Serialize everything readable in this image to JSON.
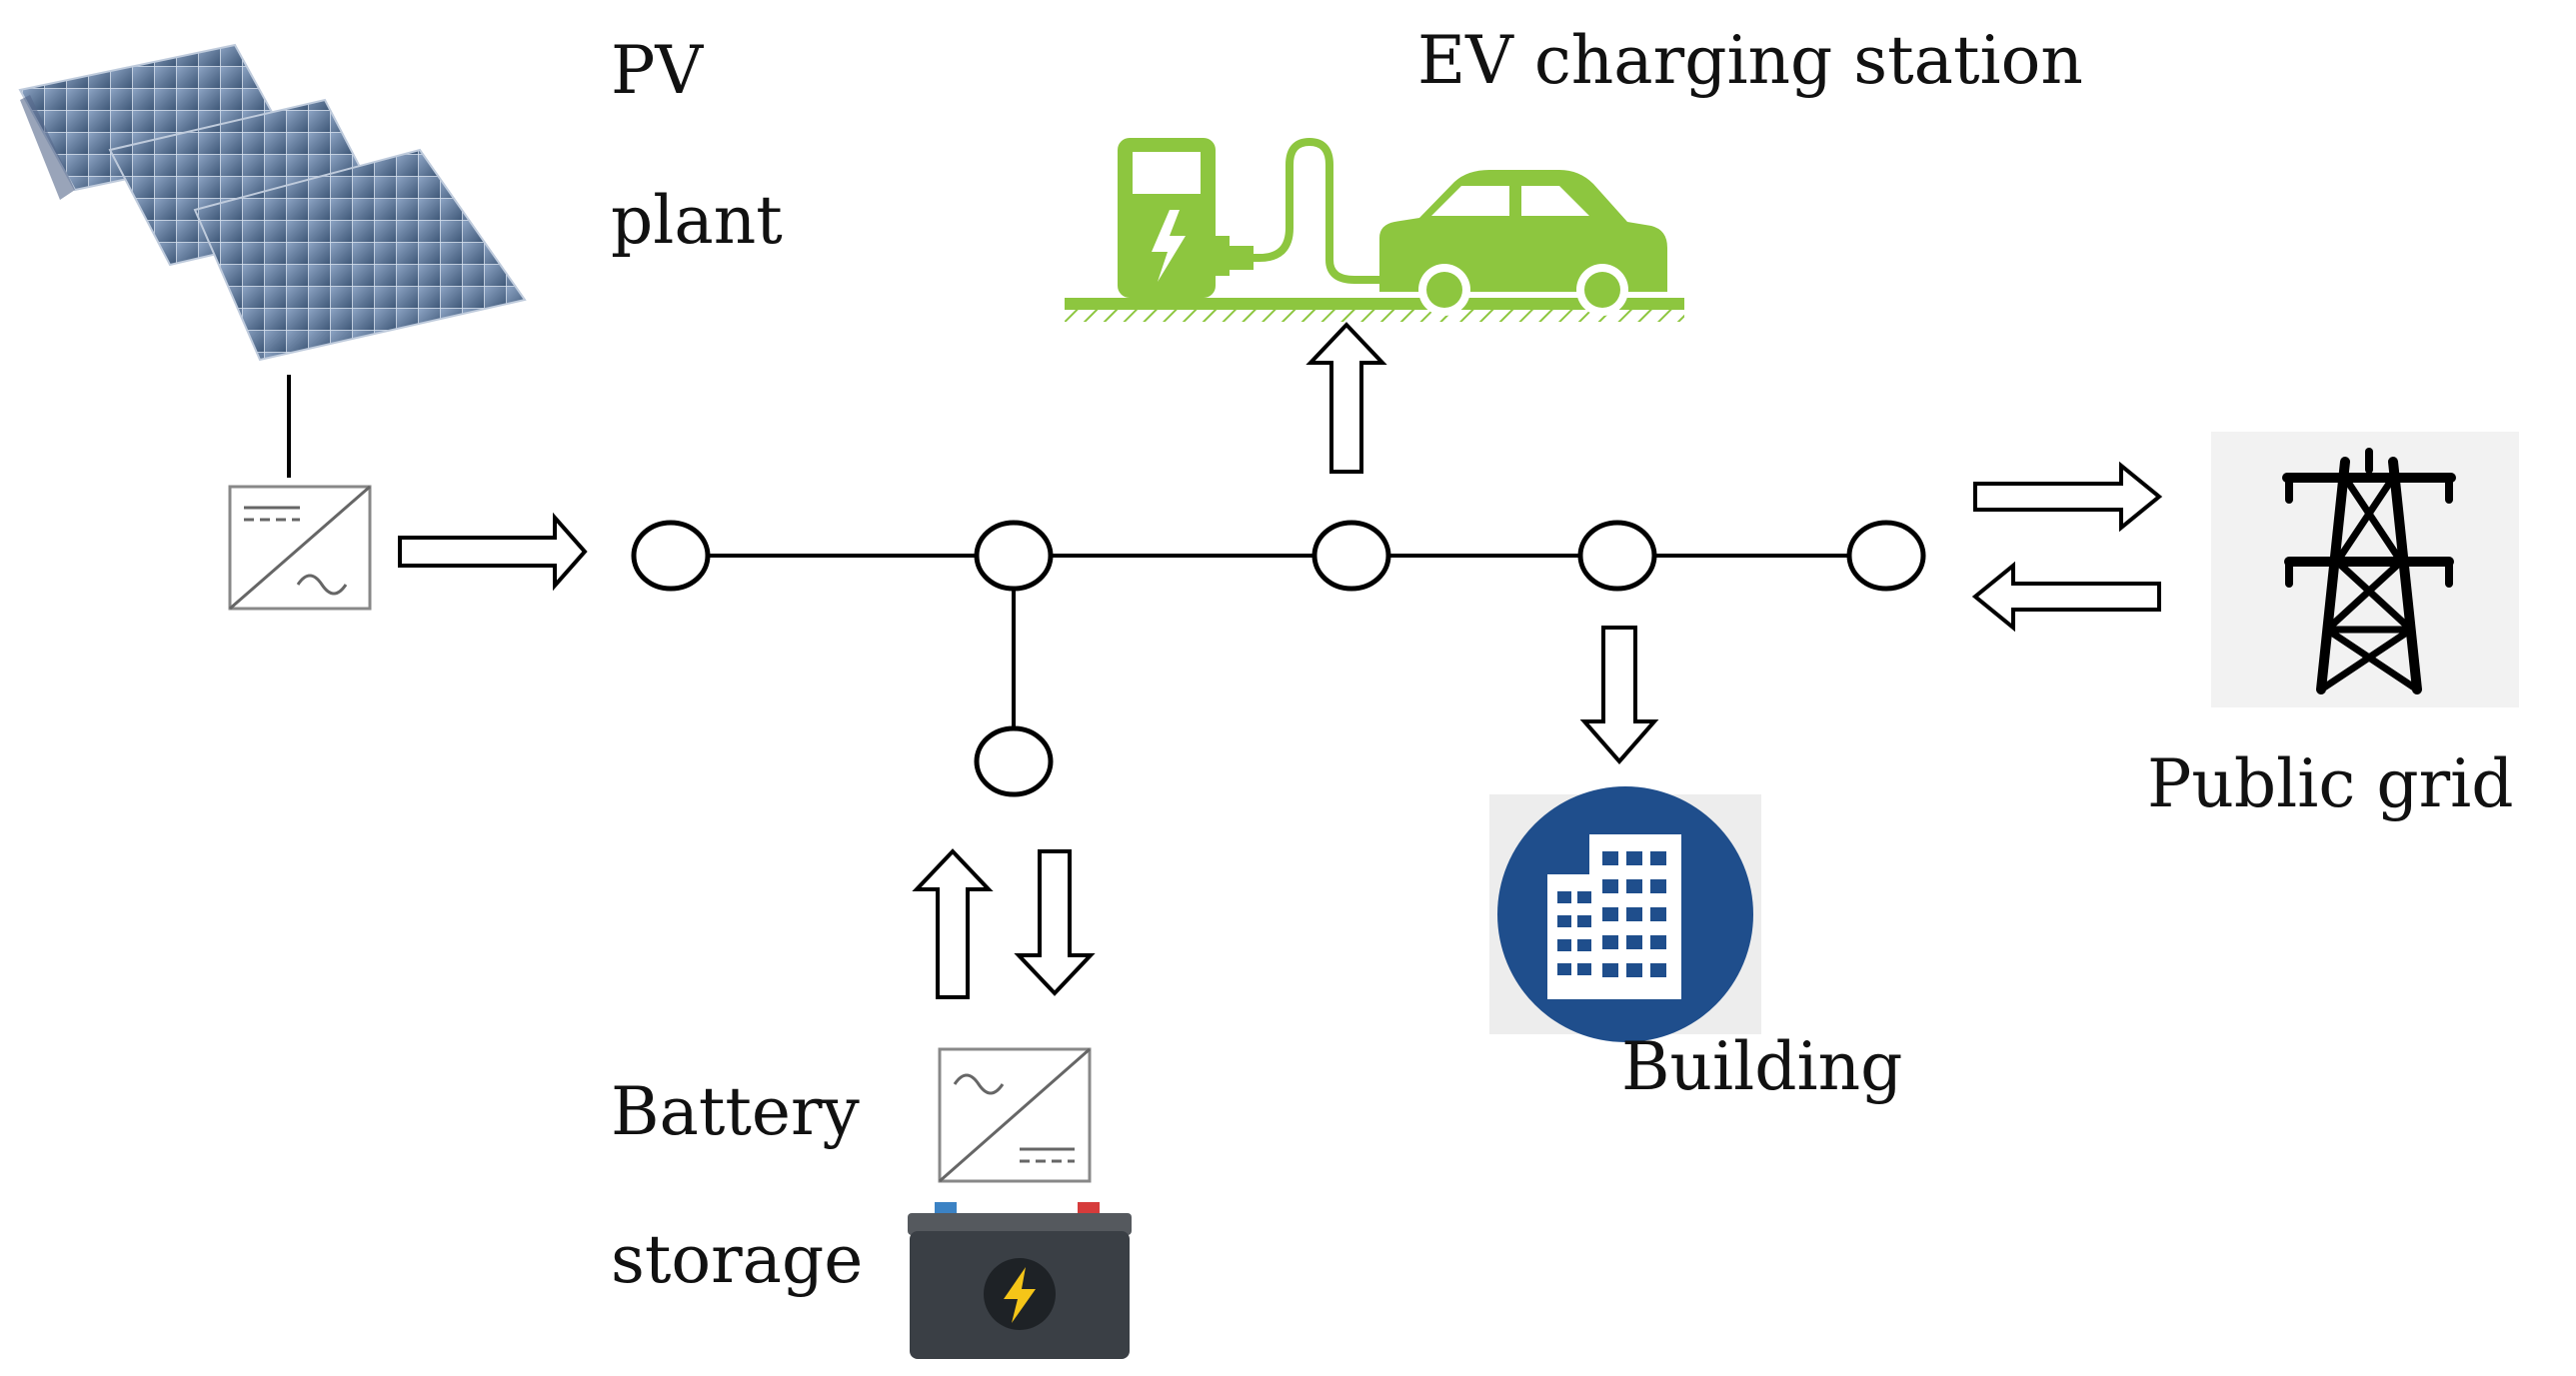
{
  "labels": {
    "pv_line1": "PV",
    "pv_line2": "plant",
    "ev_station": "EV charging station",
    "public_grid": "Public grid",
    "building": "Building",
    "battery_line1": "Battery",
    "battery_line2": "storage"
  },
  "colors": {
    "ev_green": "#8DC63F",
    "building_blue": "#1F4E8C",
    "battery_body": "#3A3F45",
    "bolt_yellow": "#F5C518",
    "pv_panel": "#6F86A8",
    "line": "#000000"
  },
  "icons": [
    "solar-panel-icon",
    "ev-charger-icon",
    "car-icon",
    "pylon-icon",
    "building-icon",
    "battery-icon",
    "dc-ac-converter-icon"
  ]
}
